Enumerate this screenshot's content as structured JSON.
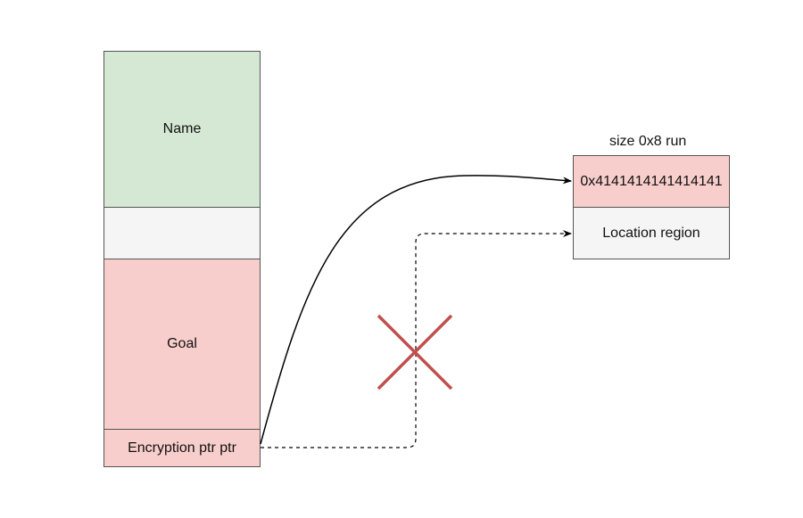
{
  "stack": {
    "name_label": "Name",
    "padding_label": "",
    "goal_label": "Goal",
    "enc_label": "Encryption ptr ptr"
  },
  "chunk": {
    "title": "size 0x8 run",
    "value_label": "0x4141414141414141",
    "location_label": "Location region"
  },
  "colors": {
    "green": "#d5e8d4",
    "red": "#f8cecc",
    "grey": "#f5f5f5",
    "cross": "#c0504d"
  }
}
